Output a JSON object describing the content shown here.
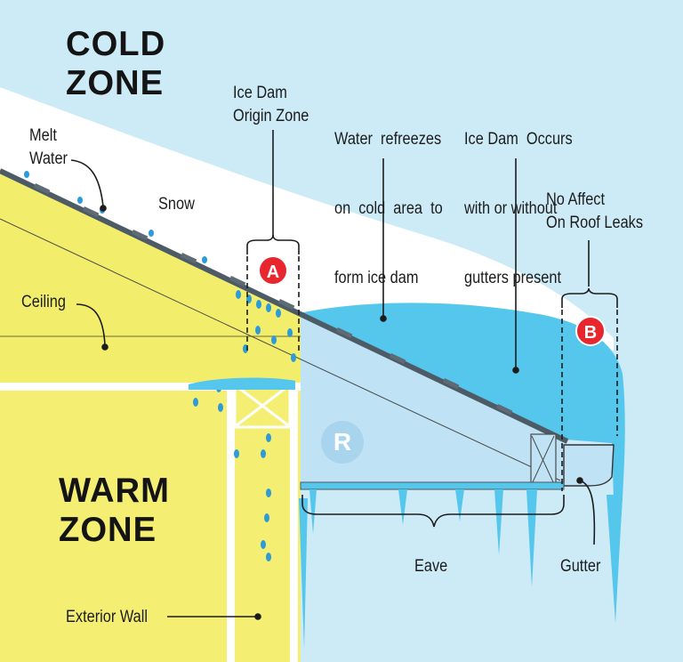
{
  "zones": {
    "cold": [
      "COLD",
      "ZONE"
    ],
    "warm": [
      "WARM",
      "ZONE"
    ]
  },
  "labels": {
    "melt_water": [
      "Melt",
      "Water"
    ],
    "snow": "Snow",
    "ceiling": "Ceiling",
    "ice_dam_origin": [
      "Ice Dam",
      "Origin Zone"
    ],
    "water_refreezes": [
      "Water  refreezes",
      "on  cold  area  to",
      "form ice dam"
    ],
    "ice_dam_occurs": [
      "Ice Dam  Occurs",
      "with or without",
      "gutters present"
    ],
    "no_affect": [
      "No Affect",
      "On Roof Leaks"
    ],
    "eave": "Eave",
    "gutter": "Gutter",
    "exterior_wall": "Exterior Wall"
  },
  "markers": {
    "a": "A",
    "b": "B"
  },
  "logo_letter": "R",
  "colors": {
    "sky": "#cdeaf7",
    "snow": "#ffffff",
    "ice": "#55c6ec",
    "attic": "#f2ee6b",
    "wall": "#f4ef73",
    "roof_edge": "#4d5b66",
    "water_drop": "#2d9bd8",
    "marker": "#e8262d"
  }
}
